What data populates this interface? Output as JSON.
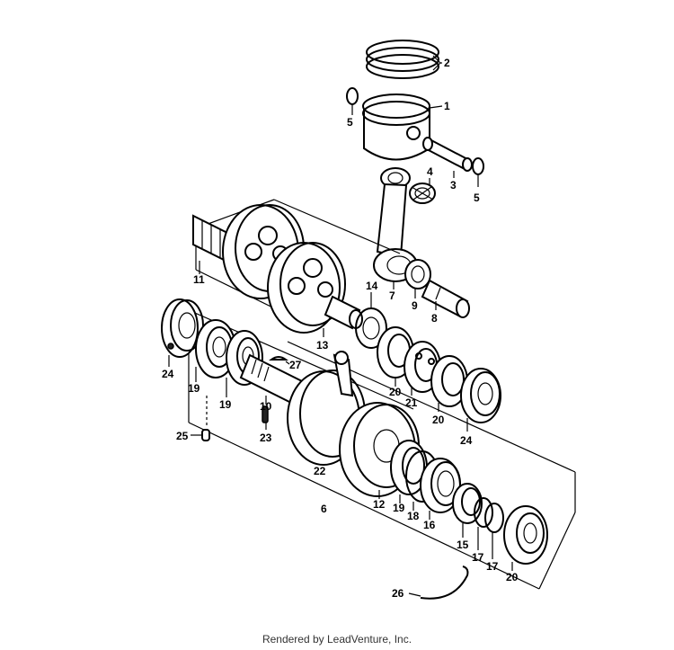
{
  "diagram": {
    "part_numbers": {
      "p1": "1",
      "p2": "2",
      "p3": "3",
      "p4": "4",
      "p5a": "5",
      "p5b": "5",
      "p6": "6",
      "p7": "7",
      "p8": "8",
      "p9": "9",
      "p10": "10",
      "p11": "11",
      "p12": "12",
      "p13": "13",
      "p14": "14",
      "p15": "15",
      "p16": "16",
      "p17a": "17",
      "p17b": "17",
      "p18": "18",
      "p19a": "19",
      "p19b": "19",
      "p19c": "19",
      "p20a": "20",
      "p20b": "20",
      "p20c": "20",
      "p21": "21",
      "p22": "22",
      "p23": "23",
      "p24a": "24",
      "p24b": "24",
      "p25": "25",
      "p26": "26",
      "p27": "27"
    }
  },
  "footer": {
    "credit": "Rendered by LeadVenture, Inc."
  }
}
